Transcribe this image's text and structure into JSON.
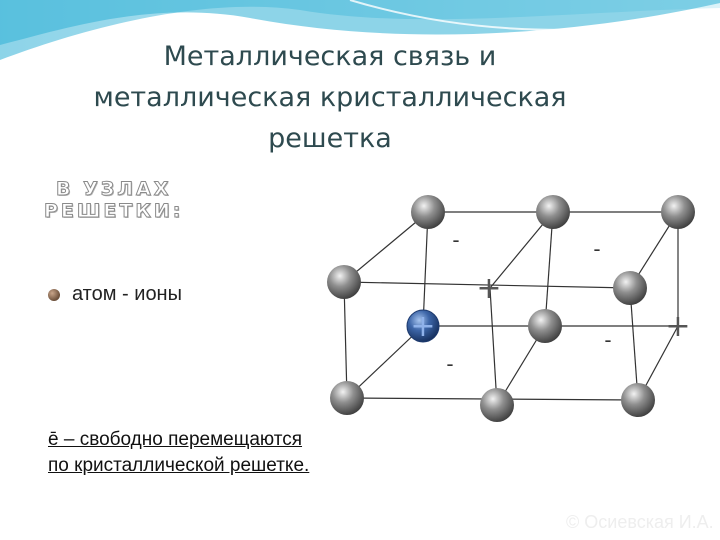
{
  "slide": {
    "title_lines": [
      "Металлическая  связь и",
      "металлическая кристаллическая",
      "решетка"
    ],
    "subhead_lines": [
      "В УЗЛАХ",
      "РЕШЕТКИ:"
    ],
    "bullet_text": "атом - ионы",
    "note_lines": [
      "ē – свободно перемещаются",
      "по кристаллической решетке."
    ],
    "footer": "© Осиевская И.А."
  },
  "lattice": {
    "electron_symbol": "-",
    "ion_symbol": "+",
    "colors": {
      "atom": "#8a8a8a",
      "highlight_ion": "#3d66a8",
      "edge": "#333333",
      "header_wave": "#5fc6e0"
    }
  }
}
